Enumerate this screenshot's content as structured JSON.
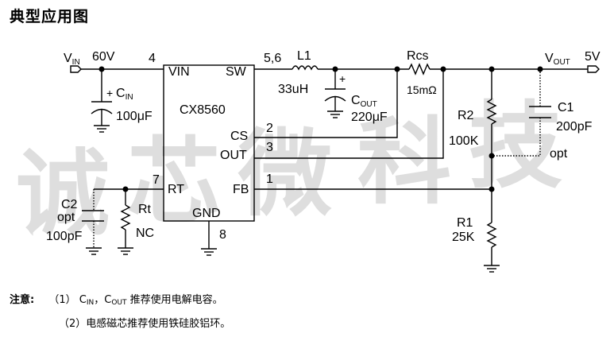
{
  "title": "典型应用图",
  "watermark": [
    "诚",
    "芯",
    "微",
    "科",
    "技"
  ],
  "ic": {
    "part": "CX8560",
    "pins": {
      "vin": {
        "name": "VIN",
        "number": "4"
      },
      "sw": {
        "name": "SW",
        "number": "5,6"
      },
      "cs": {
        "name": "CS",
        "number": "2"
      },
      "out": {
        "name": "OUT",
        "number": "3"
      },
      "rt": {
        "name": "RT",
        "number": "7"
      },
      "fb": {
        "name": "FB",
        "number": "1"
      },
      "gnd": {
        "name": "GND",
        "number": "8"
      }
    }
  },
  "input": {
    "label": "V",
    "label_sub": "IN",
    "value": "60V"
  },
  "output": {
    "label": "V",
    "label_sub": "OUT",
    "value": "5V"
  },
  "components": {
    "cin": {
      "name": "C",
      "name_sub": "IN",
      "value": "100μF",
      "polarity": "+"
    },
    "l1": {
      "name": "L1",
      "value": "33uH"
    },
    "cout": {
      "name": "C",
      "name_sub": "OUT",
      "value": "220μF",
      "polarity": "+"
    },
    "rcs": {
      "name": "Rcs",
      "value": "15mΩ"
    },
    "r2": {
      "name": "R2",
      "value": "100K"
    },
    "c1": {
      "name": "C1",
      "value": "200pF",
      "note": "opt"
    },
    "r1": {
      "name": "R1",
      "value": "25K"
    },
    "c2": {
      "name": "C2",
      "note": "opt",
      "value": "100pF"
    },
    "rt": {
      "name": "Rt",
      "value": "NC"
    }
  },
  "notes": {
    "label": "注意:",
    "item1_num": "（1）",
    "item1_c1": "C",
    "item1_c1_sub": "IN",
    "item1_sep": "，",
    "item1_c2": "C",
    "item1_c2_sub": "OUT",
    "item1_text": " 推荐使用电解电容。",
    "item2_num": "（2）",
    "item2_text": "电感磁芯推荐使用铁硅胶铝环。"
  }
}
